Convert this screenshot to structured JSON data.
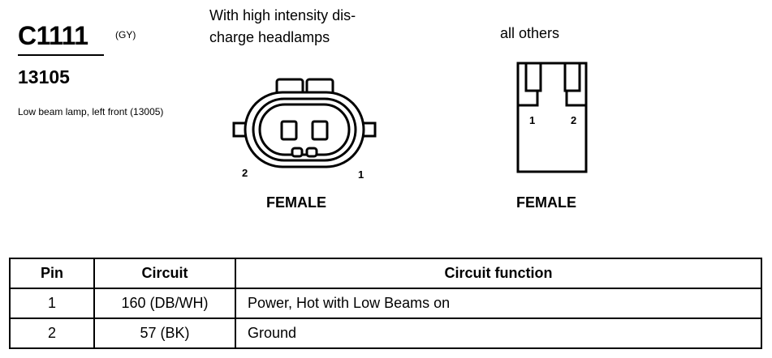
{
  "connector": {
    "id": "C1111",
    "color_code": "(GY)",
    "part_number": "13105",
    "description": "Low beam lamp, left front (13005)"
  },
  "variants": {
    "hid": {
      "title": "With high intensity dis- charge headlamps",
      "title_lines": [
        "With high intensity dis-",
        "charge headlamps"
      ],
      "gender": "FEMALE",
      "pin_labels": [
        "2",
        "1"
      ]
    },
    "other": {
      "title": "all others",
      "gender": "FEMALE",
      "pin_labels": [
        "1",
        "2"
      ]
    }
  },
  "table": {
    "headers": [
      "Pin",
      "Circuit",
      "Circuit function"
    ],
    "rows": [
      {
        "pin": "1",
        "circuit": "160 (DB/WH)",
        "function": "Power, Hot with Low Beams on"
      },
      {
        "pin": "2",
        "circuit": "57 (BK)",
        "function": "Ground"
      }
    ]
  }
}
